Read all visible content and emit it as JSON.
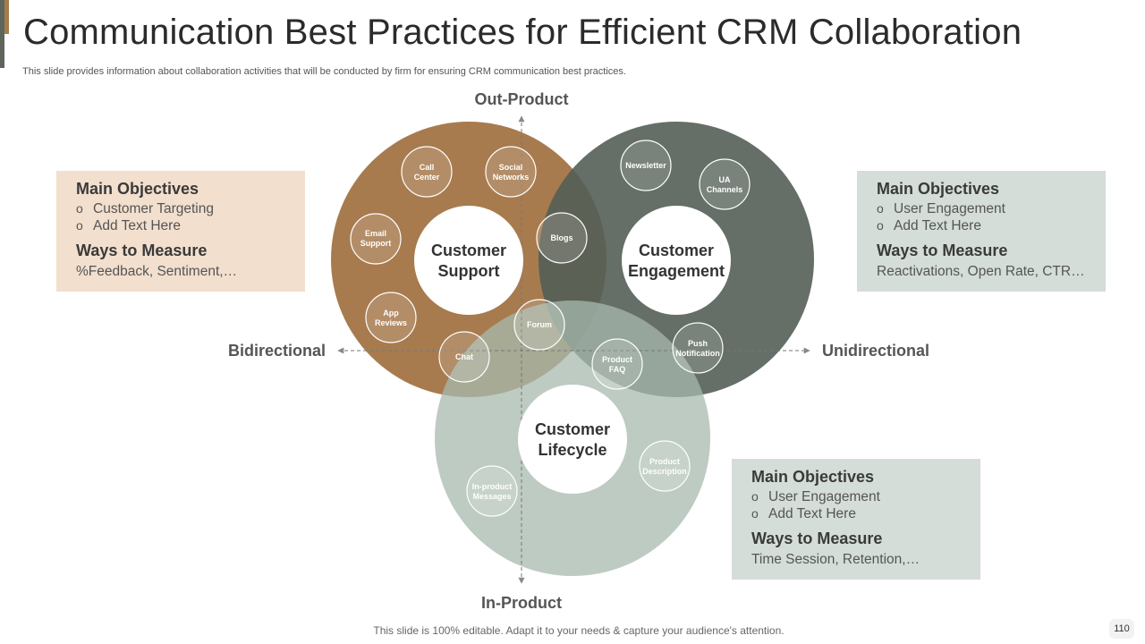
{
  "header": {
    "title": "Communication Best Practices for Efficient CRM Collaboration",
    "subtitle": "This slide provides information about collaboration activities that will be conducted by firm for ensuring CRM communication best practices."
  },
  "axes": {
    "top": "Out-Product",
    "bottom": "In-Product",
    "left": "Bidirectional",
    "right": "Unidirectional"
  },
  "circles": {
    "support": {
      "label_line1": "Customer",
      "label_line2": "Support",
      "color": "#a0703f"
    },
    "engagement": {
      "label_line1": "Customer",
      "label_line2": "Engagement",
      "color": "#545e56"
    },
    "lifecycle": {
      "label_line1": "Customer",
      "label_line2": "Lifecycle",
      "color": "#a7b9ad"
    }
  },
  "nodes": {
    "call_center": [
      "Call",
      "Center"
    ],
    "social_networks": [
      "Social",
      "Networks"
    ],
    "email_support": [
      "Email",
      "Support"
    ],
    "blogs": [
      "Blogs"
    ],
    "app_reviews": [
      "App",
      "Reviews"
    ],
    "forum": [
      "Forum"
    ],
    "chat": [
      "Chat"
    ],
    "newsletter": [
      "Newsletter"
    ],
    "ua_channels": [
      "UA",
      "Channels"
    ],
    "push_notification": [
      "Push",
      "Notification"
    ],
    "product_faq": [
      "Product",
      "FAQ"
    ],
    "product_description": [
      "Product",
      "Description"
    ],
    "in_product_messages": [
      "In-product",
      "Messages"
    ]
  },
  "boxes": {
    "left": {
      "objectives_heading": "Main Objectives",
      "objectives": [
        "Customer Targeting",
        "Add Text Here"
      ],
      "measure_heading": "Ways to Measure",
      "measure_value": "%Feedback, Sentiment,…"
    },
    "right": {
      "objectives_heading": "Main Objectives",
      "objectives": [
        "User Engagement",
        "Add Text Here"
      ],
      "measure_heading": "Ways to Measure",
      "measure_value": "Reactivations, Open Rate, CTR…"
    },
    "bottom": {
      "objectives_heading": "Main Objectives",
      "objectives": [
        "User Engagement",
        "Add Text Here"
      ],
      "measure_heading": "Ways to Measure",
      "measure_value": "Time Session, Retention,…"
    }
  },
  "bullet_glyph": "o",
  "footer": {
    "note": "This slide is 100% editable. Adapt it to your needs & capture your audience's attention.",
    "page_number": "110"
  }
}
